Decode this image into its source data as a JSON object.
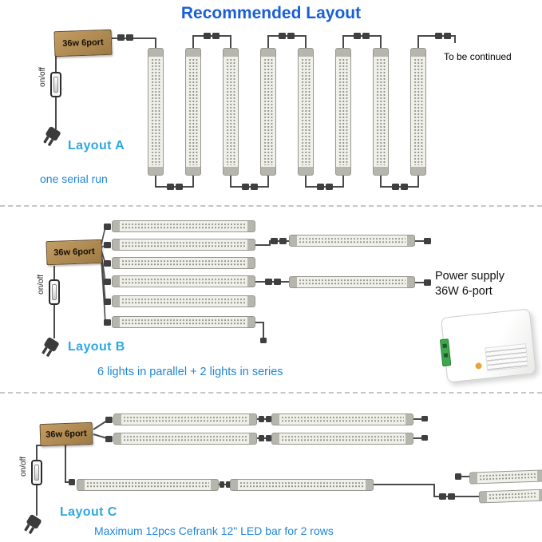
{
  "title": "Recommended Layout",
  "layout_a": {
    "label": "Layout A",
    "description": "one serial run",
    "adapter": "36w 6port",
    "switch": "on/off",
    "note": "To be continued"
  },
  "layout_b": {
    "label": "Layout B",
    "description": "6 lights in parallel + 2 lights in series",
    "adapter": "36w 6port",
    "switch": "on/off",
    "power_supply": {
      "line1": "Power supply",
      "line2": "36W 6-port"
    }
  },
  "layout_c": {
    "label": "Layout C",
    "description": "Maximum 12pcs Cefrank 12\" LED bar for 2 rows",
    "adapter": "36w 6port",
    "switch": "on/off"
  },
  "colors": {
    "title_blue": "#1a5fd7",
    "layout_label_blue": "#2ea7e0",
    "description_blue": "#1f86d8",
    "adapter_tan": "#b08b55",
    "wire_gray": "#4a4a4a",
    "connector_gray": "#3f3f3f"
  }
}
